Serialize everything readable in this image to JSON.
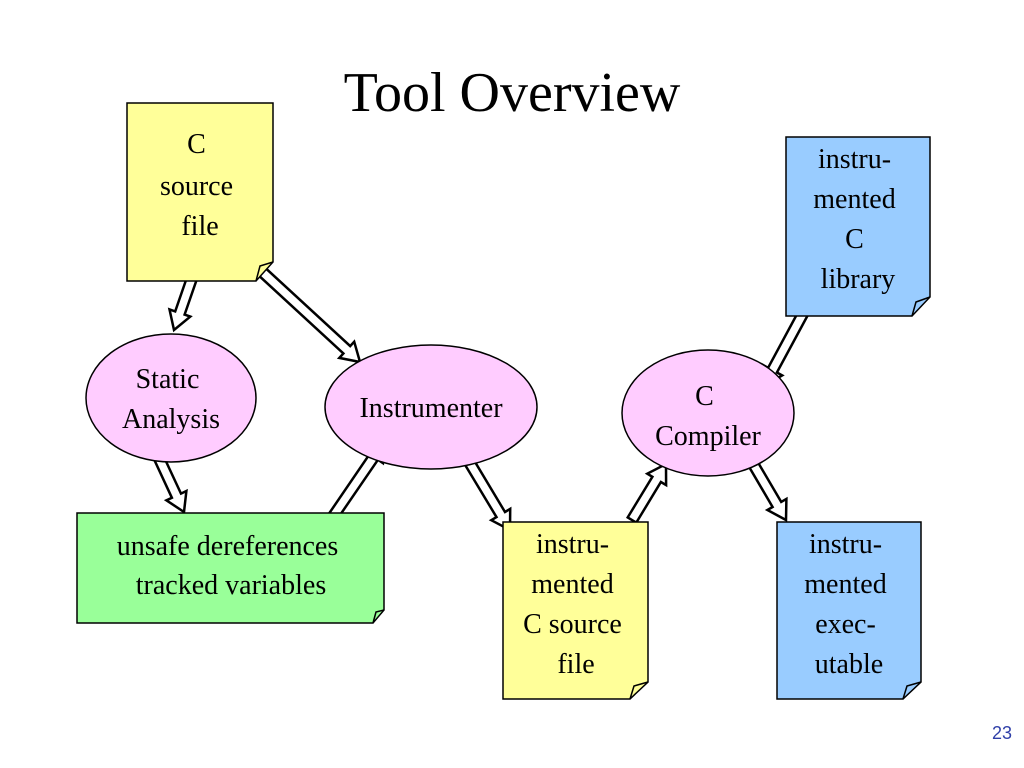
{
  "slide": {
    "title": "Tool Overview",
    "page_number": "23"
  },
  "colors": {
    "document_yellow": "#ffff99",
    "document_blue": "#99ccff",
    "document_green": "#99ff99",
    "process_pink": "#ffccff",
    "outline": "#000000"
  },
  "nodes": {
    "c_source_file": {
      "lines": [
        "C",
        "source",
        "file"
      ],
      "shape": "document",
      "color": "document_yellow"
    },
    "static_analysis": {
      "lines": [
        "Static",
        "Analysis"
      ],
      "shape": "ellipse",
      "color": "process_pink"
    },
    "instrumenter": {
      "lines": [
        "Instrumenter"
      ],
      "shape": "ellipse",
      "color": "process_pink"
    },
    "analysis_results": {
      "lines": [
        "unsafe dereferences",
        "tracked variables"
      ],
      "shape": "document",
      "color": "document_green"
    },
    "instrumented_c_source_file": {
      "lines": [
        "instru-",
        "mented",
        "C source",
        "file"
      ],
      "shape": "document",
      "color": "document_yellow"
    },
    "c_compiler": {
      "lines": [
        "C",
        "Compiler"
      ],
      "shape": "ellipse",
      "color": "process_pink"
    },
    "instrumented_c_library": {
      "lines": [
        "instru-",
        "mented",
        "C",
        "library"
      ],
      "shape": "document",
      "color": "document_blue"
    },
    "instrumented_executable": {
      "lines": [
        "instru-",
        "mented",
        "exec-",
        "utable"
      ],
      "shape": "document",
      "color": "document_blue"
    }
  },
  "edges": [
    {
      "from": "c_source_file",
      "to": "static_analysis"
    },
    {
      "from": "c_source_file",
      "to": "instrumenter"
    },
    {
      "from": "static_analysis",
      "to": "analysis_results"
    },
    {
      "from": "analysis_results",
      "to": "instrumenter"
    },
    {
      "from": "instrumenter",
      "to": "instrumented_c_source_file"
    },
    {
      "from": "instrumented_c_source_file",
      "to": "c_compiler"
    },
    {
      "from": "instrumented_c_library",
      "to": "c_compiler"
    },
    {
      "from": "c_compiler",
      "to": "instrumented_executable"
    }
  ]
}
